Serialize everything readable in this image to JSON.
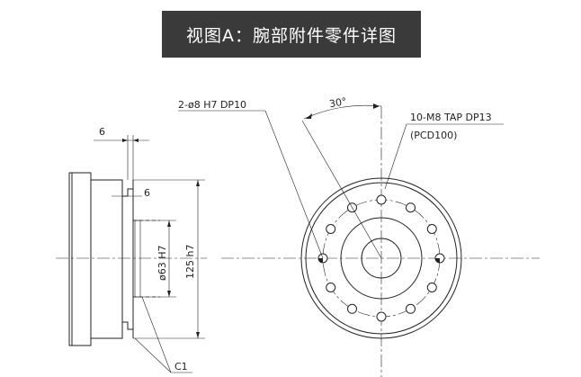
{
  "header": {
    "title": "视图A：腕部附件零件详图",
    "background": "#3a3a3a",
    "text_color": "#ffffff"
  },
  "side_view": {
    "dim_width_top": "6",
    "dim_width_mid": "6",
    "dim_bore": "ø63 H7",
    "dim_outer": "125 h7",
    "chamfer": "C1"
  },
  "front_view": {
    "angle": "30°",
    "pin_holes": "2-ø8 H7 DP10",
    "tap_holes": "10-M8 TAP DP13",
    "pcd": "(PCD100)"
  }
}
